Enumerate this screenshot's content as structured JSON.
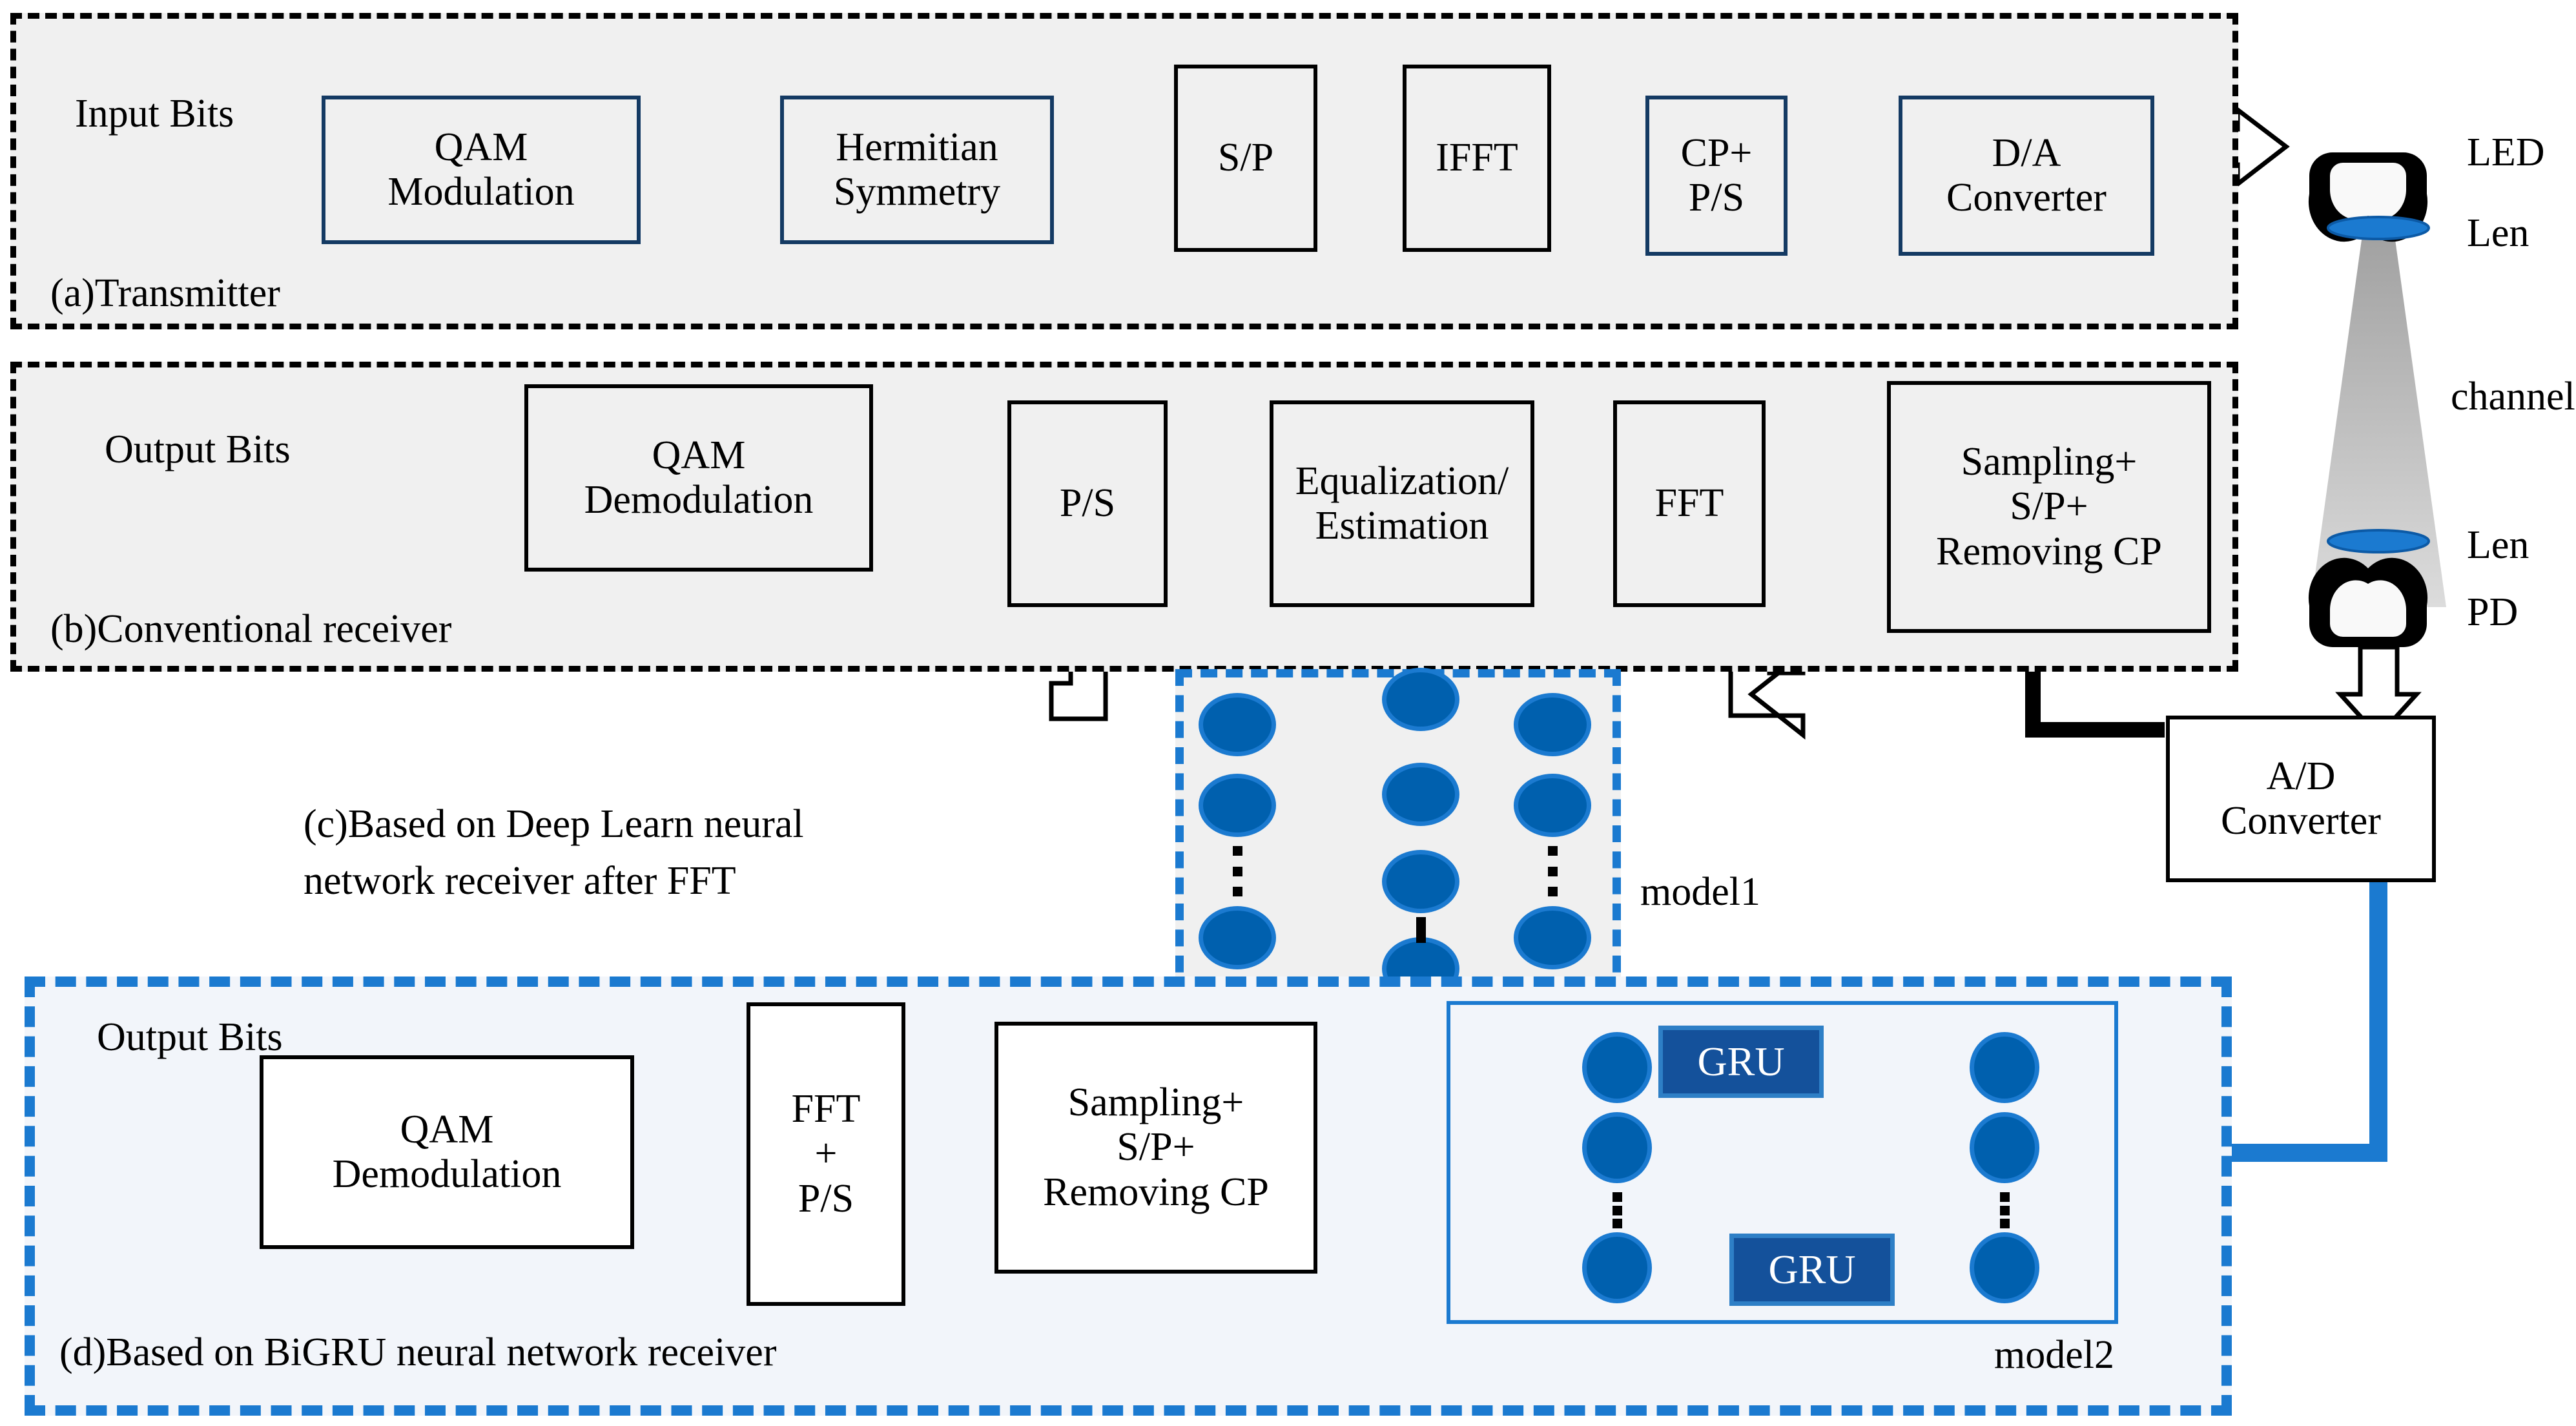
{
  "sections": {
    "a": {
      "caption": "(a)Transmitter"
    },
    "b": {
      "caption": "(b)Conventional receiver"
    },
    "c": {
      "caption": "(c)Based on Deep Learn neural\nnetwork receiver after FFT",
      "model_label": "model1"
    },
    "d": {
      "caption": "(d)Based on BiGRU neural network receiver",
      "model_label": "model2"
    }
  },
  "transmitter": {
    "input_label": "Input Bits",
    "blocks": [
      {
        "id": "qam-modulation",
        "text": "QAM\nModulation",
        "style": "navy"
      },
      {
        "id": "hermitian-symmetry",
        "text": "Hermitian\nSymmetry",
        "style": "navy"
      },
      {
        "id": "sp",
        "text": "S/P",
        "style": "black"
      },
      {
        "id": "ifft",
        "text": "IFFT",
        "style": "black"
      },
      {
        "id": "cp-ps",
        "text": "CP+\nP/S",
        "style": "navy"
      },
      {
        "id": "da-converter",
        "text": "D/A\nConverter",
        "style": "navy"
      }
    ]
  },
  "channel": {
    "led_label": "LED",
    "lens_top_label": "Len",
    "channel_label": "channel",
    "lens_bottom_label": "Len",
    "pd_label": "PD"
  },
  "ad_converter": {
    "text": "A/D\nConverter"
  },
  "conventional_receiver": {
    "output_label": "Output Bits",
    "blocks": [
      {
        "id": "qam-demodulation",
        "text": "QAM\nDemodulation"
      },
      {
        "id": "ps",
        "text": "P/S"
      },
      {
        "id": "equalization",
        "text": "Equalization/\nEstimation"
      },
      {
        "id": "fft",
        "text": "FFT"
      },
      {
        "id": "sampling-sp-remcp",
        "text": "Sampling+\nS/P+\nRemoving CP"
      }
    ]
  },
  "model1": {
    "layers": [
      {
        "name": "input-layer",
        "nodes": 3,
        "dots_after": 2
      },
      {
        "name": "hidden-layer",
        "nodes": 4,
        "dots_after": 3
      },
      {
        "name": "output-layer",
        "nodes": 3,
        "dots_after": 2
      }
    ]
  },
  "bigru_receiver": {
    "output_label": "Output Bits",
    "blocks": [
      {
        "id": "qam-demodulation",
        "text": "QAM\nDemodulation"
      },
      {
        "id": "fft-ps",
        "text": "FFT\n+\nP/S"
      },
      {
        "id": "sampling-sp-remcp",
        "text": "Sampling+\nS/P+\nRemoving CP"
      }
    ]
  },
  "model2": {
    "gru_forward_label": "GRU",
    "gru_backward_label": "GRU",
    "left_nodes": 3,
    "right_nodes": 3
  },
  "colors": {
    "accent_blue": "#1B7AD0",
    "node_blue": "#0060AE",
    "gru_blue": "#14519B",
    "box_navy": "#143A63",
    "panel_gray": "#f0f0f0",
    "beam_gray": "#cccccc"
  }
}
